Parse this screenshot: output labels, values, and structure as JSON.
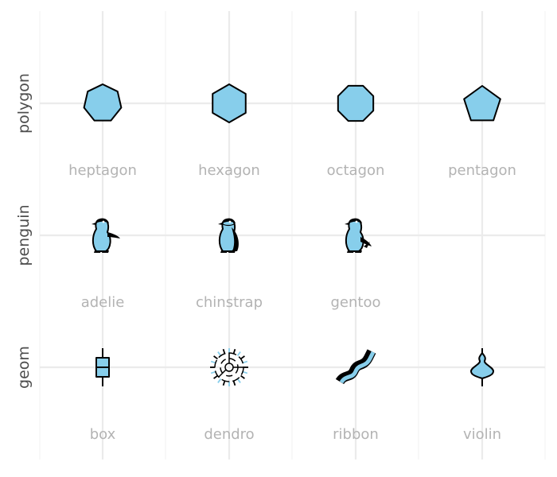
{
  "chart_data": {
    "type": "scatter",
    "title": "",
    "xlabel": "",
    "ylabel": "",
    "grid": true,
    "fill_color": "#87ceeb",
    "outline_color": "#000000",
    "label_color": "#b3b3b3",
    "rows": [
      "polygon",
      "penguin",
      "geom"
    ],
    "points": [
      {
        "row": "polygon",
        "col": 1,
        "label": "heptagon",
        "shape": "heptagon-icon"
      },
      {
        "row": "polygon",
        "col": 2,
        "label": "hexagon",
        "shape": "hexagon-icon"
      },
      {
        "row": "polygon",
        "col": 3,
        "label": "octagon",
        "shape": "octagon-icon"
      },
      {
        "row": "polygon",
        "col": 4,
        "label": "pentagon",
        "shape": "pentagon-icon"
      },
      {
        "row": "penguin",
        "col": 1,
        "label": "adelie",
        "shape": "penguin-adelie-icon"
      },
      {
        "row": "penguin",
        "col": 2,
        "label": "chinstrap",
        "shape": "penguin-chinstrap-icon"
      },
      {
        "row": "penguin",
        "col": 3,
        "label": "gentoo",
        "shape": "penguin-gentoo-icon"
      },
      {
        "row": "geom",
        "col": 1,
        "label": "box",
        "shape": "boxplot-icon"
      },
      {
        "row": "geom",
        "col": 2,
        "label": "dendro",
        "shape": "dendrogram-icon"
      },
      {
        "row": "geom",
        "col": 3,
        "label": "ribbon",
        "shape": "ribbon-icon"
      },
      {
        "row": "geom",
        "col": 4,
        "label": "violin",
        "shape": "violin-icon"
      }
    ]
  }
}
